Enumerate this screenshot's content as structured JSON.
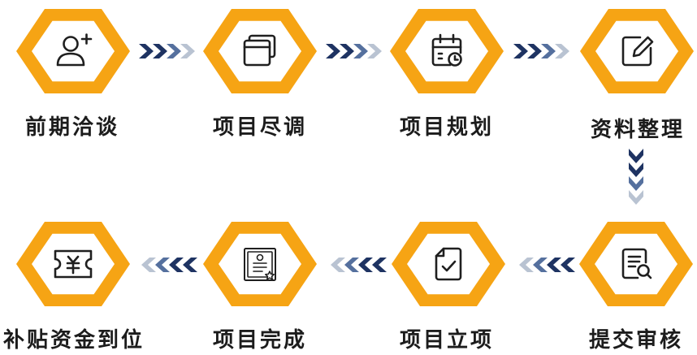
{
  "colors": {
    "hex_outer": "#F6A414",
    "hex_inner": "#FFFFFF",
    "icon_stroke": "#1F1F1F",
    "arrow_dark": "#1E3362",
    "arrow_mid": "#55709E",
    "arrow_light": "#B9C3D2",
    "label_text": "#1C1C1C"
  },
  "steps": [
    {
      "label": "前期洽谈",
      "icon": "user-add-icon"
    },
    {
      "label": "项目尽调",
      "icon": "browser-windows-icon"
    },
    {
      "label": "项目规划",
      "icon": "calendar-clock-icon"
    },
    {
      "label": "资料整理",
      "icon": "edit-icon"
    },
    {
      "label": "提交审核",
      "icon": "document-search-icon"
    },
    {
      "label": "项目立项",
      "icon": "document-check-icon"
    },
    {
      "label": "项目完成",
      "icon": "certificate-icon"
    },
    {
      "label": "补贴资金到位",
      "icon": "yuan-ticket-icon"
    }
  ]
}
